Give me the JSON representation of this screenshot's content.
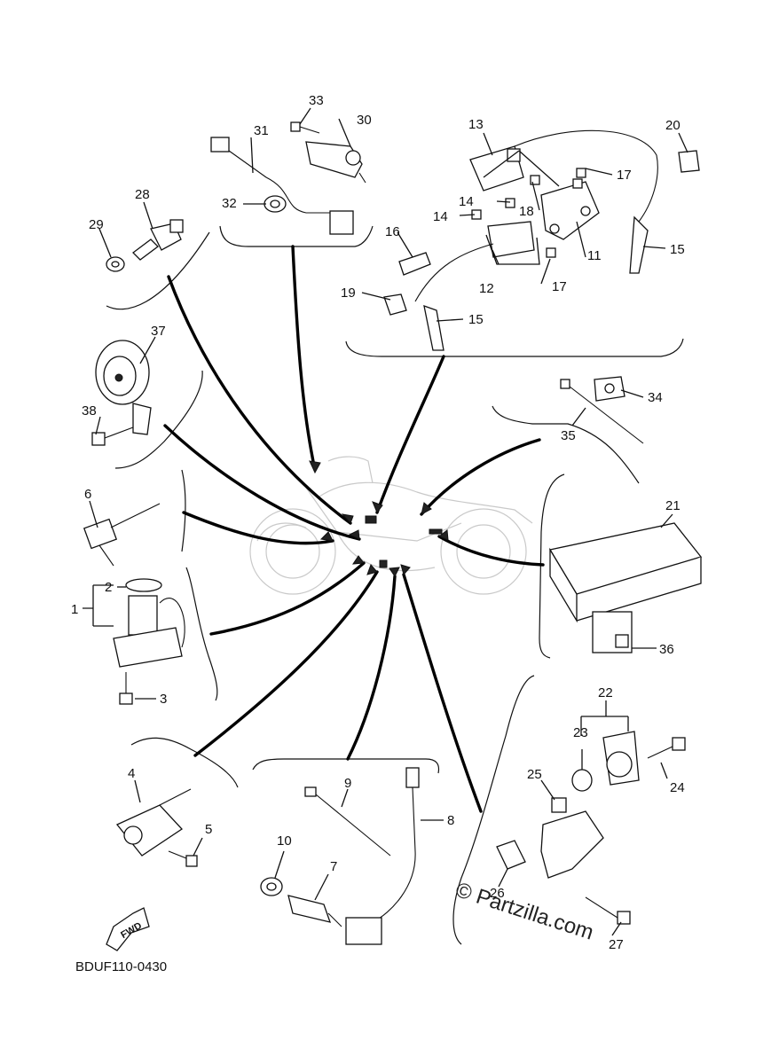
{
  "diagram": {
    "code": "BDUF110-0430",
    "watermark": "© Partzilla.com",
    "fwd_label": "FWD"
  },
  "callouts": [
    {
      "id": "c1",
      "text": "1"
    },
    {
      "id": "c2",
      "text": "2"
    },
    {
      "id": "c3",
      "text": "3"
    },
    {
      "id": "c4",
      "text": "4"
    },
    {
      "id": "c5",
      "text": "5"
    },
    {
      "id": "c6",
      "text": "6"
    },
    {
      "id": "c7",
      "text": "7"
    },
    {
      "id": "c8",
      "text": "8"
    },
    {
      "id": "c9",
      "text": "9"
    },
    {
      "id": "c10",
      "text": "10"
    },
    {
      "id": "c11",
      "text": "11"
    },
    {
      "id": "c12",
      "text": "12"
    },
    {
      "id": "c13",
      "text": "13"
    },
    {
      "id": "c14a",
      "text": "14"
    },
    {
      "id": "c14b",
      "text": "14"
    },
    {
      "id": "c15a",
      "text": "15"
    },
    {
      "id": "c15b",
      "text": "15"
    },
    {
      "id": "c16",
      "text": "16"
    },
    {
      "id": "c17a",
      "text": "17"
    },
    {
      "id": "c17b",
      "text": "17"
    },
    {
      "id": "c18",
      "text": "18"
    },
    {
      "id": "c19",
      "text": "19"
    },
    {
      "id": "c20",
      "text": "20"
    },
    {
      "id": "c21",
      "text": "21"
    },
    {
      "id": "c22",
      "text": "22"
    },
    {
      "id": "c23",
      "text": "23"
    },
    {
      "id": "c24",
      "text": "24"
    },
    {
      "id": "c25",
      "text": "25"
    },
    {
      "id": "c26",
      "text": "26"
    },
    {
      "id": "c27",
      "text": "27"
    },
    {
      "id": "c28",
      "text": "28"
    },
    {
      "id": "c29",
      "text": "29"
    },
    {
      "id": "c30",
      "text": "30"
    },
    {
      "id": "c31",
      "text": "31"
    },
    {
      "id": "c32",
      "text": "32"
    },
    {
      "id": "c33",
      "text": "33"
    },
    {
      "id": "c34",
      "text": "34"
    },
    {
      "id": "c35",
      "text": "35"
    },
    {
      "id": "c36",
      "text": "36"
    },
    {
      "id": "c37",
      "text": "37"
    },
    {
      "id": "c38",
      "text": "38"
    }
  ]
}
